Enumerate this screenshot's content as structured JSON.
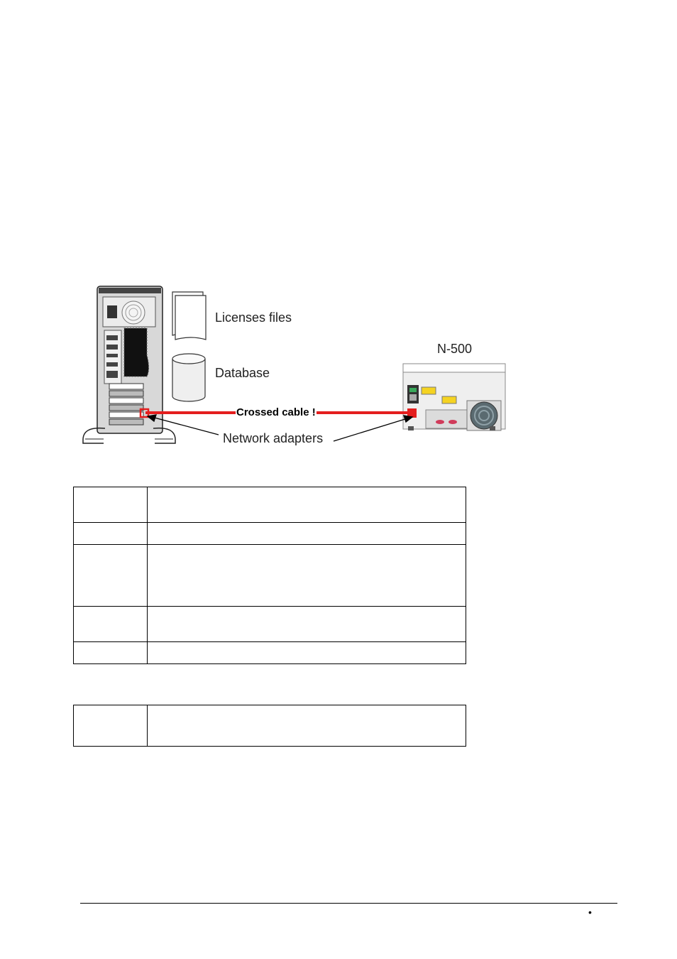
{
  "diagram": {
    "licenses_label": "Licenses files",
    "database_label": "Database",
    "device_label": "N-500",
    "cable_label": "Crossed cable !",
    "adapters_label": "Network adapters",
    "cable_color": "#e41e1e"
  },
  "table1": {
    "rows": 5
  },
  "table2": {
    "rows": 1
  },
  "footer": {
    "bullet": "•"
  }
}
